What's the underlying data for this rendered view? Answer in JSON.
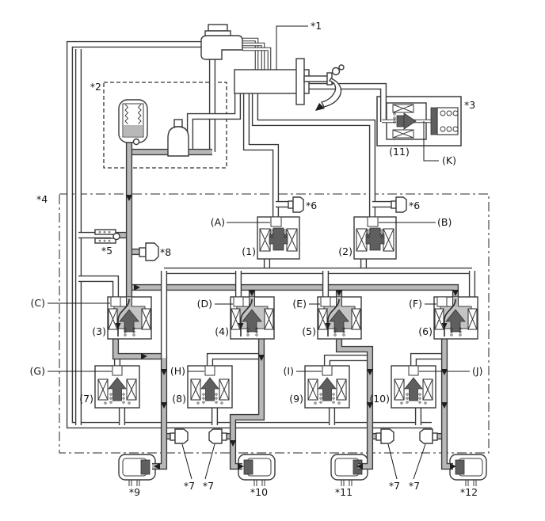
{
  "diagram_type": "hydraulic-brake-actuator-schematic",
  "colors": {
    "outline": "#3a3a3a",
    "pressurized_fluid": "#b8b8b8",
    "solenoid_plunger": "#5f5f5f",
    "valve_chamber": "#c4c4c4",
    "background": "#ffffff"
  },
  "labels": {
    "s1": "*1",
    "s2": "*2",
    "s3": "*3",
    "s4": "*4",
    "s5": "*5",
    "s6a": "*6",
    "s6b": "*6",
    "s7a": "*7",
    "s7b": "*7",
    "s7c": "*7",
    "s7d": "*7",
    "s8": "*8",
    "s9": "*9",
    "s10": "*10",
    "s11": "*11",
    "s12": "*12",
    "v1": "(1)",
    "v2": "(2)",
    "v3": "(3)",
    "v4": "(4)",
    "v5": "(5)",
    "v6": "(6)",
    "v7": "(7)",
    "v8": "(8)",
    "v9": "(9)",
    "v10": "(10)",
    "v11": "(11)",
    "pA": "(A)",
    "pB": "(B)",
    "pC": "(C)",
    "pD": "(D)",
    "pE": "(E)",
    "pF": "(F)",
    "pG": "(G)",
    "pH": "(H)",
    "pI": "(I)",
    "pJ": "(J)",
    "pK": "(K)"
  }
}
